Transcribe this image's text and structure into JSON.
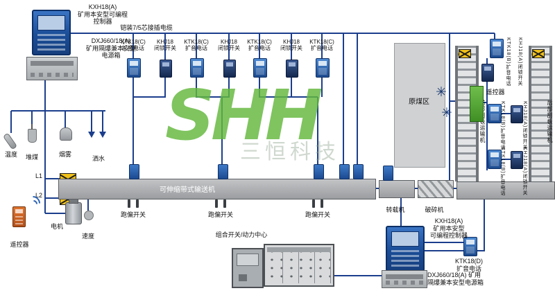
{
  "colors": {
    "wire": "#1b3e8c",
    "device_blue": "#2b66b8",
    "hazard_yellow": "#f2c21a",
    "watermark_green": "#63b83d"
  },
  "watermark": {
    "logo": "SHH",
    "brand": "三恒科技"
  },
  "icons": {
    "star": "✳"
  },
  "top_left": {
    "controller_label": "KXH18(A)\n矿用本安型可编程\n控制器",
    "power_label": "DXJ660/18(A)\n矿用隔爆兼本安型\n电源箱",
    "cable_label": "铠装7/5芯接插电缆"
  },
  "top_devices": [
    {
      "label": "KTK18(C)\n扩音电话",
      "kind": "phone"
    },
    {
      "label": "KHJ18\n闭锁开关",
      "kind": "switch"
    },
    {
      "label": "KTK18(C)\n扩音电话",
      "kind": "phone"
    },
    {
      "label": "KHJ18\n闭锁开关",
      "kind": "switch"
    },
    {
      "label": "KTK18(C)\n扩音电话",
      "kind": "phone"
    },
    {
      "label": "KHJ18\n闭锁开关",
      "kind": "switch"
    },
    {
      "label": "KTK18(C)\n扩音电话",
      "kind": "phone"
    }
  ],
  "left_area": {
    "sensor_temp": "温度",
    "sensor_coal": "堆煤",
    "sensor_smoke": "烟雾",
    "sensor_spray": "洒水",
    "line1": "L1",
    "line2": "L2",
    "motor": "电机",
    "speed": "速度",
    "remote": "遥控器"
  },
  "belt": {
    "main_label": "可伸缩带式输送机",
    "deviation_switch": "跑偏开关",
    "transfer": "转载机",
    "crusher": "破碎机"
  },
  "coal_area_label": "原煤区",
  "right_area": {
    "front_conveyor": "前部刮板运输机",
    "rear_conveyor": "后部刮板运输机",
    "remote": "遥控器",
    "phone_label": "KTK18(B)扩音电话",
    "switch_label": "KHJ18(A)闭锁开关"
  },
  "bottom_area": {
    "cabinet_label": "组合开关/动力中心",
    "controller_label": "KXH18(A)\n矿用本安型\n可编程控制器",
    "phone_label": "KTK18(D)\n扩音电话",
    "power_label": "DXJ660/18(A) 矿用\n隔爆兼本安型电源箱"
  }
}
